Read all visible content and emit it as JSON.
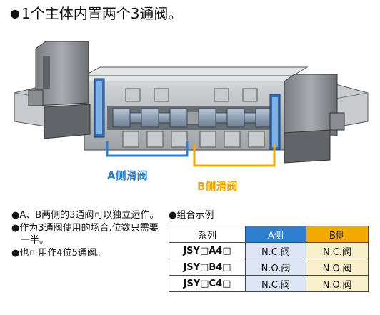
{
  "heading": {
    "bullet": "●",
    "text": "1个主体内置两个3通阀。"
  },
  "diagram_labels": {
    "a_side": "A侧滑阀",
    "b_side": "B侧滑阀"
  },
  "colors": {
    "a_side": "#2f7fd0",
    "b_side": "#f2aa00",
    "a_cell": "#dde6f4",
    "b_cell": "#fbf0cc"
  },
  "notes": [
    "●A、B两侧的3通阀可以独立运作。",
    "●作为3通阀使用的场合.位数只需要一半。",
    "●也可用作4位5通阀。"
  ],
  "combo": {
    "title": "●组合示例",
    "headers": [
      "系列",
      "A侧",
      "B侧"
    ],
    "rows": [
      {
        "model": "JSY□A4□",
        "a": "N.C.阀",
        "b": "N.C.阀"
      },
      {
        "model": "JSY□B4□",
        "a": "N.O.阀",
        "b": "N.O.阀"
      },
      {
        "model": "JSY□C4□",
        "a": "N.C.阀",
        "b": "N.O.阀"
      }
    ]
  }
}
